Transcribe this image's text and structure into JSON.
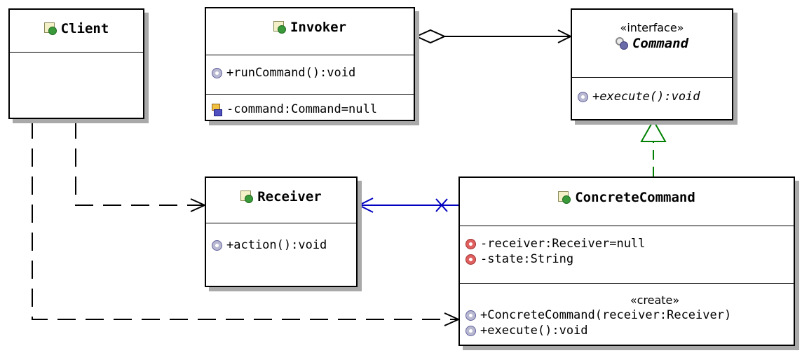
{
  "classes": {
    "client": {
      "name": "Client"
    },
    "invoker": {
      "name": "Invoker",
      "method": "+runCommand():void",
      "field": "-command:Command=null"
    },
    "command": {
      "stereotype": "«interface»",
      "name": "Command",
      "method": "+execute():void"
    },
    "receiver": {
      "name": "Receiver",
      "method": "+action():void"
    },
    "concrete": {
      "name": "ConcreteCommand",
      "attributes": [
        "-receiver:Receiver=null",
        "-state:String"
      ],
      "stereotype": "«create»",
      "methods": [
        "+ConcreteCommand(receiver:Receiver)",
        "+execute():void"
      ]
    }
  },
  "colors": {
    "line": "#000000",
    "association": "#0000c0",
    "realization": "#008000",
    "shadow": "#a9a9a9"
  },
  "relationships": [
    {
      "from": "Invoker",
      "to": "Command",
      "kind": "aggregation"
    },
    {
      "from": "ConcreteCommand",
      "to": "Command",
      "kind": "realization"
    },
    {
      "from": "ConcreteCommand",
      "to": "Receiver",
      "kind": "association"
    },
    {
      "from": "Client",
      "to": "Receiver",
      "kind": "dependency"
    },
    {
      "from": "Client",
      "to": "ConcreteCommand",
      "kind": "dependency"
    }
  ]
}
